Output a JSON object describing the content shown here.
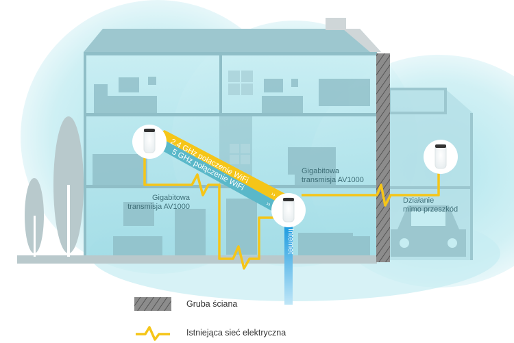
{
  "diagram": {
    "labels": {
      "wifi_24": "2.4 GHz połączenie WiFi",
      "wifi_5": "5 GHz połączenie WiFi",
      "gigabit_left_line1": "Gigabitowa",
      "gigabit_left_line2": "transmisja AV1000",
      "gigabit_right_line1": "Gigabitowa",
      "gigabit_right_line2": "transmisja AV1000",
      "through_walls_line1": "Działanie",
      "through_walls_line2": "mimo przeszkód",
      "internet": "Internet",
      "chevrons_left": "‹‹",
      "chevrons_right": "››"
    },
    "colors": {
      "powerline": "#f5c518",
      "wifi_24_band": "#f5c518",
      "wifi_5_band": "#5ab8c9",
      "internet": "#1d9be0",
      "wall": "#8c8c8c",
      "house": "#8fbec7",
      "coverage": "#bfe9ef"
    }
  },
  "legend": {
    "items": [
      {
        "icon": "thick-wall-icon",
        "label": "Gruba ściana"
      },
      {
        "icon": "powerline-icon",
        "label": "Istniejąca sieć elektryczna"
      }
    ]
  }
}
